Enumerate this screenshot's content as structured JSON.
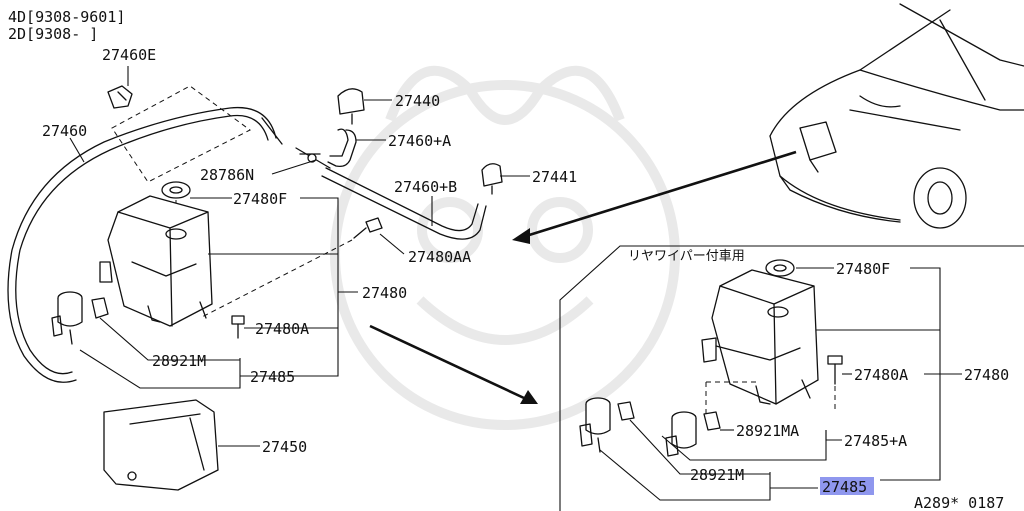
{
  "applicability": [
    "4D[9308-9601]",
    "2D[9308-    ]"
  ],
  "rear_wiper_note": "リヤワイパー付車用",
  "diagram_code": "A289* 0187",
  "highlight_color": "#8f97ee",
  "labels": {
    "p27460E": "27460E",
    "p27460": "27460",
    "p27440": "27440",
    "p27460A": "27460+A",
    "p28786N": "28786N",
    "p27460B": "27460+B",
    "p27441": "27441",
    "p27480F": "27480F",
    "p27480AA": "27480AA",
    "p27480": "27480",
    "p27480A": "27480A",
    "p28921M": "28921M",
    "p27485": "27485",
    "p27450": "27450",
    "r27480F": "27480F",
    "r27480A": "27480A",
    "r27480": "27480",
    "r28921MA": "28921MA",
    "r27485A": "27485+A",
    "r28921M": "28921M",
    "r27485": "27485"
  }
}
